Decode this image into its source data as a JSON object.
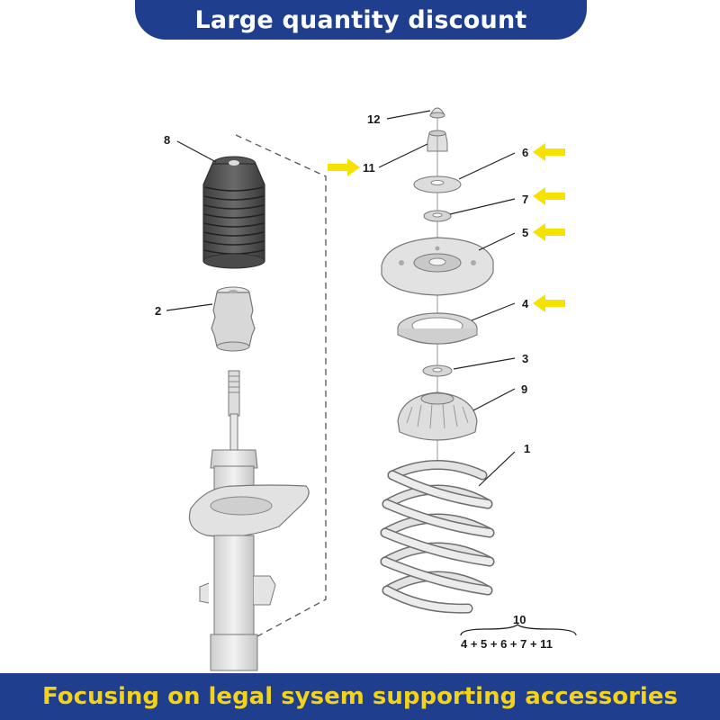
{
  "header": {
    "title": "Large quantity discount"
  },
  "footer": {
    "text": "Focusing on legal sysem supporting accessories"
  },
  "colors": {
    "banner": "#1f3f8e",
    "footer_text": "#f3d21a",
    "highlight_arrow": "#f5e200",
    "part_fill": "#dedede",
    "part_stroke": "#6e6e6e"
  },
  "parts": [
    {
      "number": "1"
    },
    {
      "number": "2"
    },
    {
      "number": "3"
    },
    {
      "number": "4"
    },
    {
      "number": "5"
    },
    {
      "number": "6"
    },
    {
      "number": "7"
    },
    {
      "number": "8"
    },
    {
      "number": "9"
    },
    {
      "number": "11"
    },
    {
      "number": "12"
    }
  ],
  "kit": {
    "number": "10",
    "formula": "4 + 5 + 6 + 7 + 11"
  },
  "highlighted_parts": [
    "11",
    "6",
    "7",
    "5",
    "4"
  ]
}
